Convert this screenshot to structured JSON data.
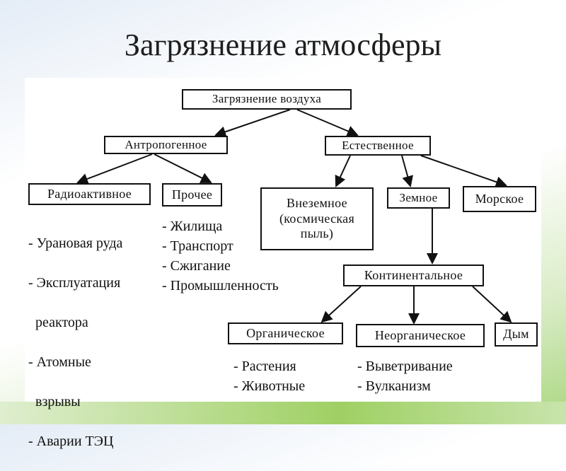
{
  "title": "Загрязнение атмосферы",
  "nodes": {
    "root": "Загрязнение воздуха",
    "anthropogenic": "Антропогенное",
    "natural": "Естественное",
    "radioactive": "Радиоактивное",
    "other": "Прочее",
    "extraterrestrial": "Внеземное (космическая пыль)",
    "terrestrial": "Земное",
    "marine": "Морское",
    "continental": "Континентальное",
    "organic": "Органическое",
    "inorganic": "Неорганическое",
    "smoke": "Дым"
  },
  "lists": {
    "radioactive": [
      "- Урановая руда",
      "- Эксплуатация",
      "  реактора",
      "- Атомные",
      "  взрывы",
      "- Аварии ТЭЦ"
    ],
    "other": [
      "- Жилища",
      "- Транспорт",
      "- Сжигание",
      "- Промышленность"
    ],
    "organic": [
      "- Растения",
      "- Животные"
    ],
    "inorganic": [
      "- Выветривание",
      "- Вулканизм"
    ]
  }
}
